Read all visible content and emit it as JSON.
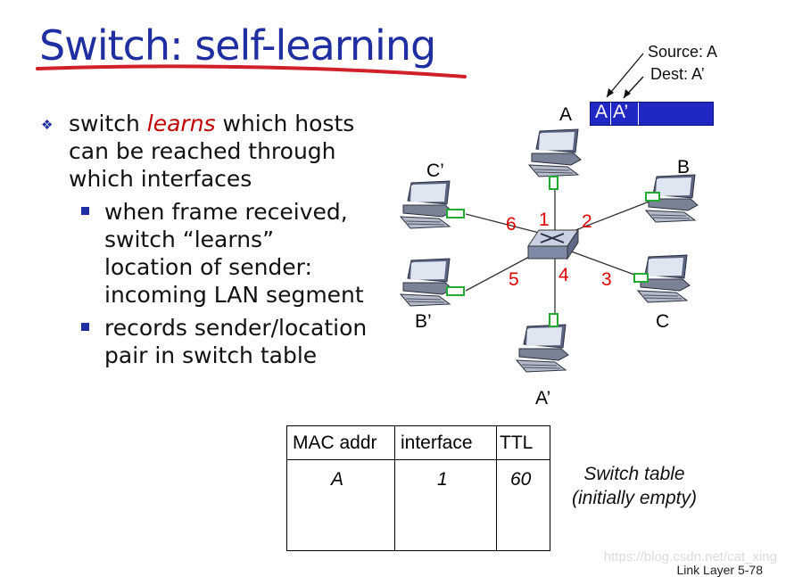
{
  "slide": {
    "title": "Switch: self-learning",
    "bullet_main_pre": "switch ",
    "bullet_main_em": "learns",
    "bullet_main_post_1": " which hosts",
    "bullet_main_line2": "can be reached through",
    "bullet_main_line3": "which interfaces",
    "sub1_line1": "when frame received,",
    "sub1_line2": "switch “learns”",
    "sub1_line3": "location of sender:",
    "sub1_line4": "incoming LAN segment",
    "sub2_line1": "records sender/location",
    "sub2_line2": "pair in switch table"
  },
  "diagram": {
    "hosts": {
      "A": "A",
      "B": "B",
      "C": "C",
      "Aprime": "A’",
      "Bprime": "B’",
      "Cprime": "C’"
    },
    "ports": [
      "1",
      "2",
      "3",
      "4",
      "5",
      "6"
    ],
    "frame": {
      "src": "A",
      "dst": "A’",
      "source_label": "Source: A",
      "dest_label": "Dest: A’"
    }
  },
  "switch_table": {
    "headers": [
      "MAC addr",
      "interface",
      "TTL"
    ],
    "rows": [
      [
        "A",
        "1",
        "60"
      ]
    ],
    "caption_line1": "Switch table",
    "caption_line2": "(initially empty)"
  },
  "footer": "Link Layer  5-78",
  "watermark": "https://blog.csdn.net/cat_xing",
  "colors": {
    "title": "#1f2ea0",
    "underline": "#d0202a",
    "emphasis": "#c00000",
    "port_label": "#e00000",
    "frame": "#2027c2",
    "connector": "#22aa33"
  }
}
